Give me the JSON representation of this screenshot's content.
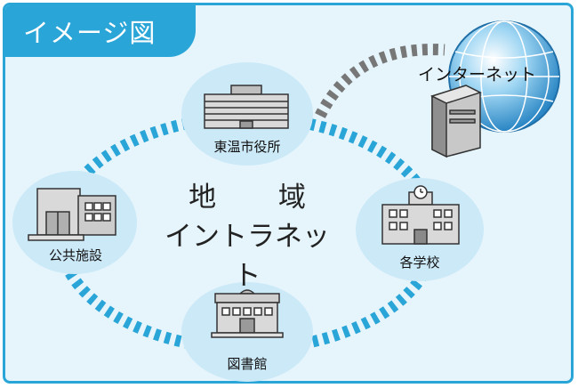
{
  "title": "イメージ図",
  "center": {
    "line1": "地 域",
    "line2": "イントラネット"
  },
  "nodes": {
    "city_hall": "東温市役所",
    "public_facilities": "公共施設",
    "schools": "各学校",
    "library": "図書館"
  },
  "internet_label": "インターネット",
  "colors": {
    "accent": "#2aa5d8",
    "background": "#e6f5fc",
    "node_fill": "#cce9f8",
    "link_gray": "#777777"
  }
}
